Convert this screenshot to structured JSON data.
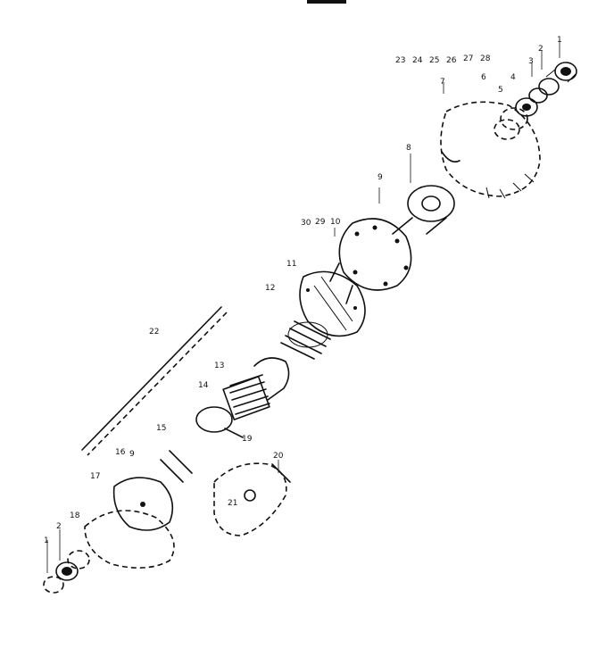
{
  "header": {
    "mark": "■■■■■"
  },
  "callouts": {
    "n1_top": "1",
    "n2_top": "2",
    "n3_top": "3",
    "n4": "4",
    "n5": "5",
    "n6_top": "6",
    "n7": "7",
    "n23": "23",
    "n24": "24",
    "n25": "25",
    "n26_top": "26",
    "n27": "27",
    "n28": "28",
    "n8": "8",
    "n9_mid": "9",
    "n30": "30",
    "n29": "29",
    "n10": "10",
    "n11": "11",
    "n12": "12",
    "n22": "22",
    "n13": "13",
    "n14": "14",
    "n15": "15",
    "n16": "16",
    "n9_low": "9",
    "n17": "17",
    "n19": "19",
    "n20": "20",
    "n21": "21",
    "n18": "18",
    "n2_low": "2",
    "n1_low": "1"
  }
}
